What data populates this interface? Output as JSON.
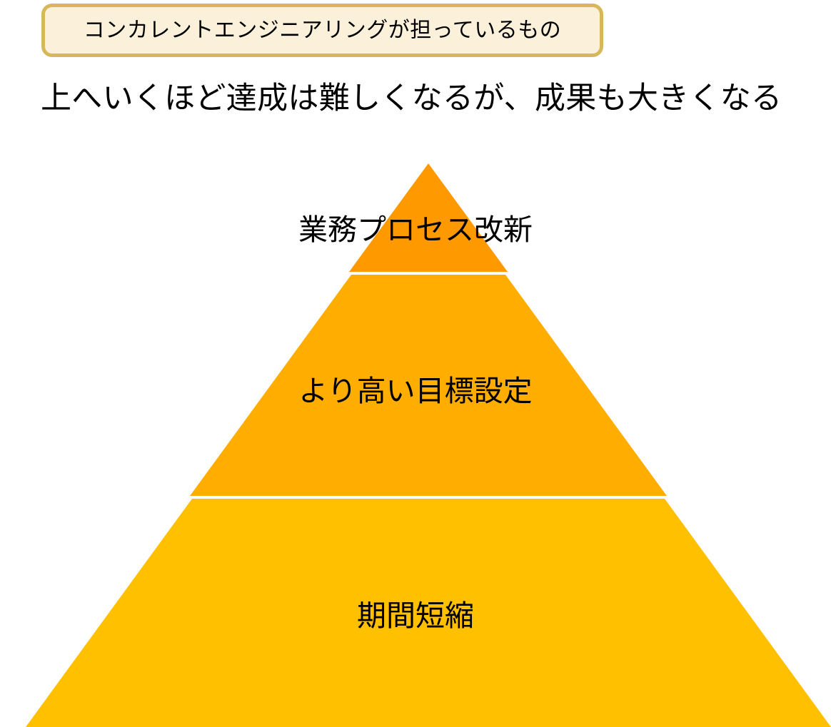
{
  "slide": {
    "banner": {
      "text": "コンカレントエンジニアリングが担っているもの",
      "fill_color": "#FBF0D9",
      "border_color": "#D6B85A"
    },
    "subtitle": "上へいくほど達成は難しくなるが、成果も大きくなる",
    "background_color": "#FFFFFF",
    "text_color": "#000000"
  },
  "pyramid": {
    "shape": "triangle",
    "apex_label": "業務プロセス改新",
    "divider_color": "#FFFFFF",
    "tiers": [
      {
        "rank": 1,
        "position": "top",
        "label": "業務プロセス改新",
        "color": "#FF9900"
      },
      {
        "rank": 2,
        "position": "middle",
        "label": "より高い目標設定",
        "color": "#FFAE00"
      },
      {
        "rank": 3,
        "position": "bottom",
        "label": "期間短縮",
        "color": "#FFC000"
      }
    ]
  }
}
